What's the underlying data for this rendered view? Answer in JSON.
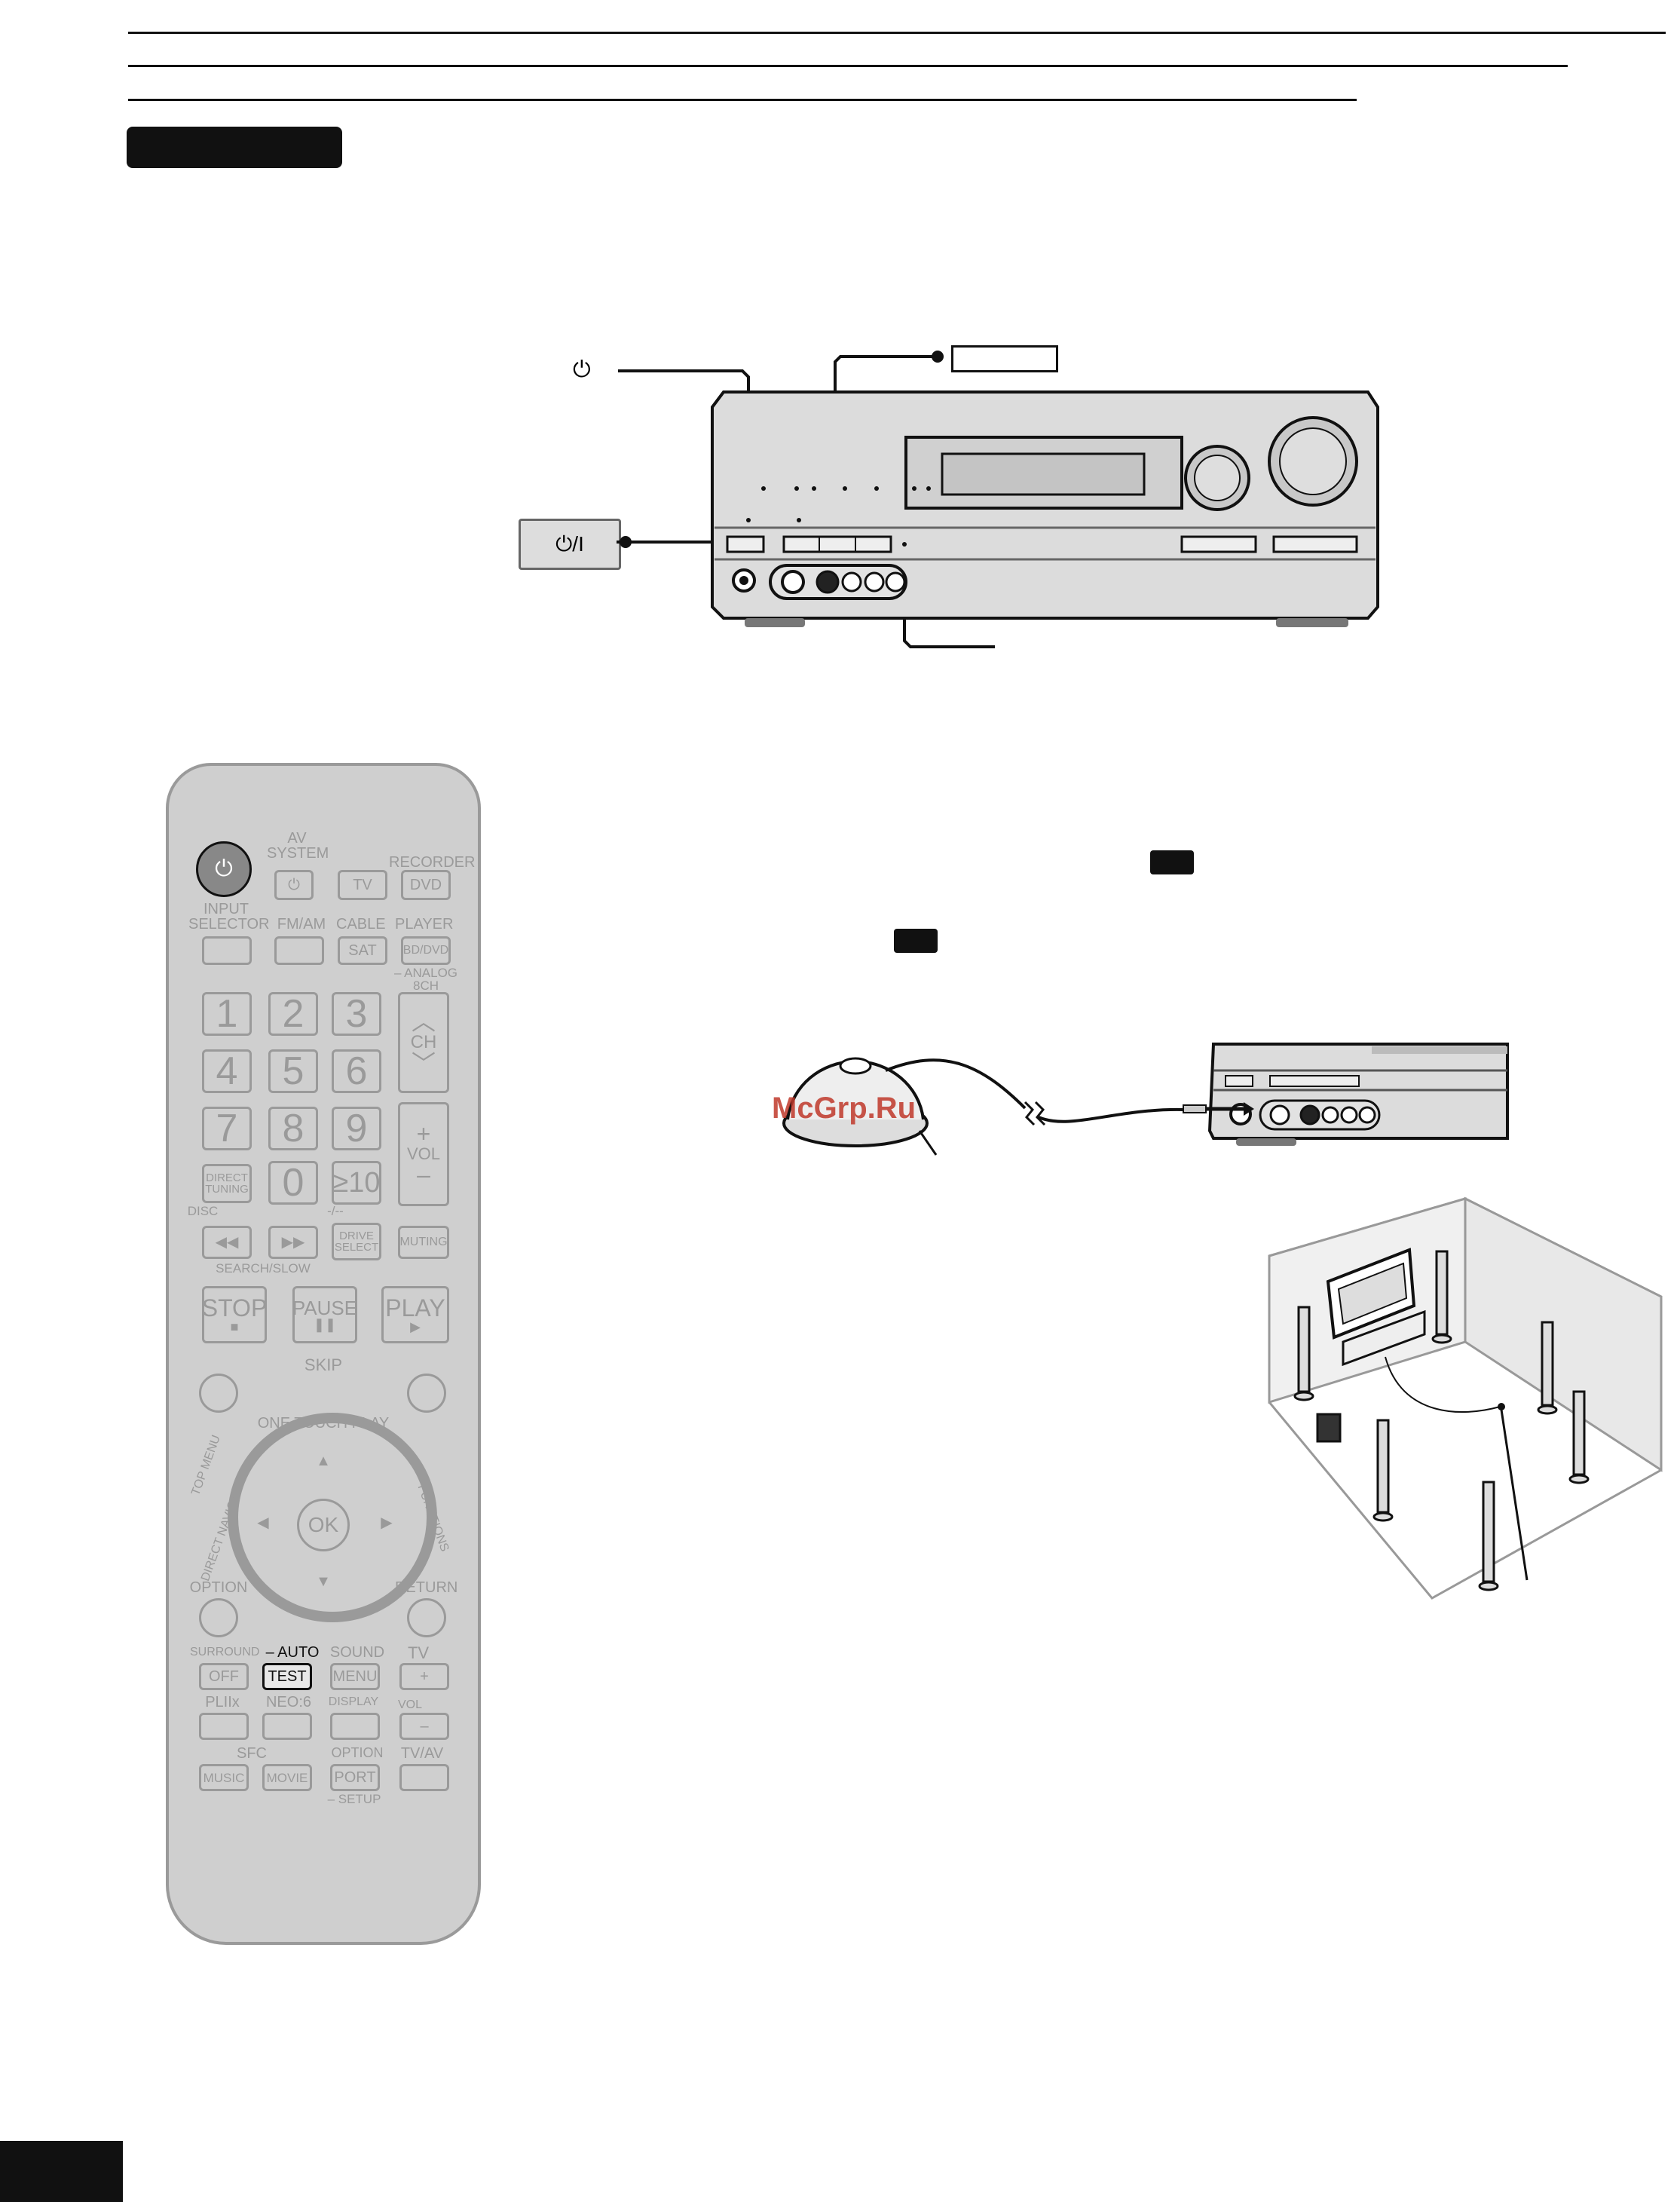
{
  "power_symbol": "⏻",
  "receiver_power_key": "⏻/I",
  "watermark": "McGrp.Ru",
  "remote": {
    "power_icon": "⏻",
    "av_system": "AV\nSYSTEM",
    "recorder": "RECORDER",
    "tv": "TV",
    "dvd": "DVD",
    "input_selector": "INPUT\nSELECTOR",
    "fm_am": "FM/AM",
    "cable_sat": "CABLE",
    "sat": "SAT",
    "player": "PLAYER",
    "bd_dvd": "BD/DVD",
    "analog_8ch": "– ANALOG 8CH",
    "numbers": [
      "1",
      "2",
      "3",
      "4",
      "5",
      "6",
      "7",
      "8",
      "9"
    ],
    "zero": "0",
    "ten": "≥10",
    "ch": "CH",
    "vol": "VOL",
    "plus": "+",
    "minus": "–",
    "direct_tuning": "DIRECT\nTUNING",
    "disc": "DISC",
    "dash": "-/--",
    "drive_select": "DRIVE\nSELECT",
    "muting": "MUTING",
    "search_slow": "SEARCH/SLOW",
    "stop": "STOP",
    "pause": "PAUSE",
    "play": "PLAY",
    "skip": "SKIP",
    "one_touch_play": "ONE TOUCH PLAY",
    "top_menu": "TOP MENU",
    "direct_navigator": "DIRECT NAVIGATOR",
    "functions": "FUNCTIONS",
    "ok": "OK",
    "option": "OPTION",
    "return": "RETURN",
    "surround": "SURROUND",
    "off": "OFF",
    "auto": "– AUTO",
    "test": "TEST",
    "sound": "SOUND",
    "menu": "MENU",
    "tv2": "TV",
    "pl2x": "PLIIx",
    "neo6": "NEO:6",
    "display": "DISPLAY",
    "vol2": "VOL",
    "sfc": "SFC",
    "music": "MUSIC",
    "movie": "MOVIE",
    "option2": "OPTION",
    "port": "PORT",
    "setup": "– SETUP",
    "tv_av": "TV/AV"
  }
}
